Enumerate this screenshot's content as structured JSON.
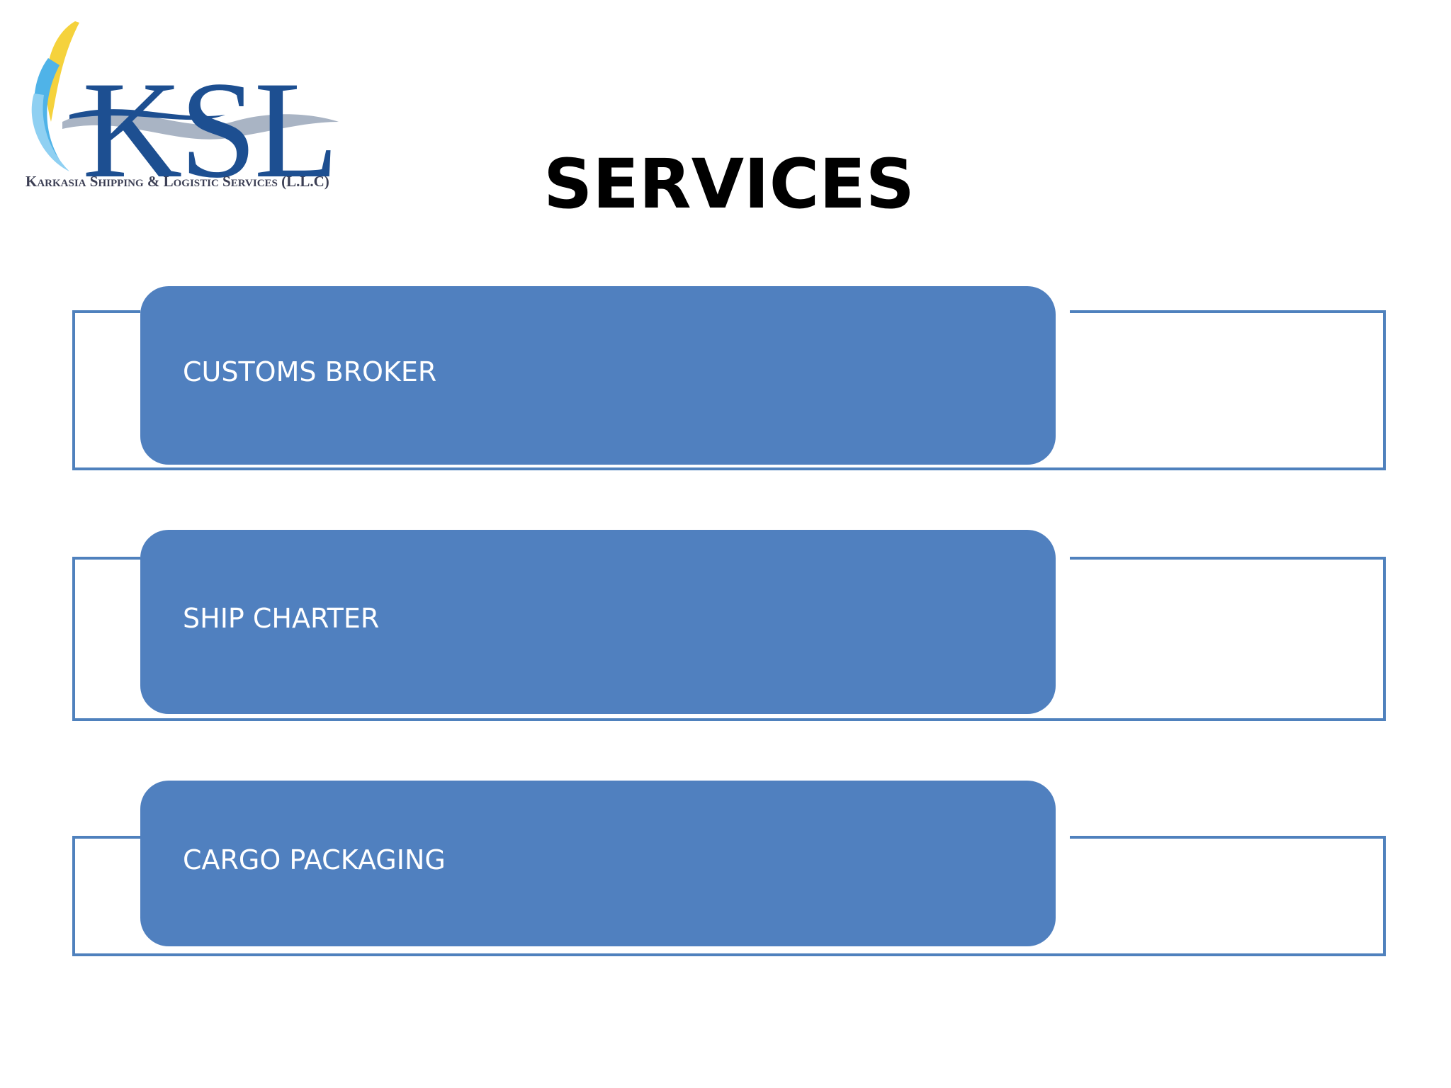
{
  "slide": {
    "title": "SERVICES"
  },
  "logo": {
    "wordmark": "KSL",
    "company_name": "Karkasia Shipping & Logistic Services (L.L.C)",
    "colors": {
      "navy": "#1d4f91",
      "yellow": "#f5d23c",
      "light_blue": "#4fb3e8",
      "gray_wave": "#a9b4c4"
    }
  },
  "services": [
    {
      "label": "CUSTOMS BROKER"
    },
    {
      "label": "SHIP CHARTER"
    },
    {
      "label": "CARGO PACKAGING"
    }
  ],
  "colors": {
    "pill_fill": "#5080bf",
    "frame_border": "#4f81bd",
    "pill_text": "#ffffff",
    "title_text": "#000000"
  }
}
